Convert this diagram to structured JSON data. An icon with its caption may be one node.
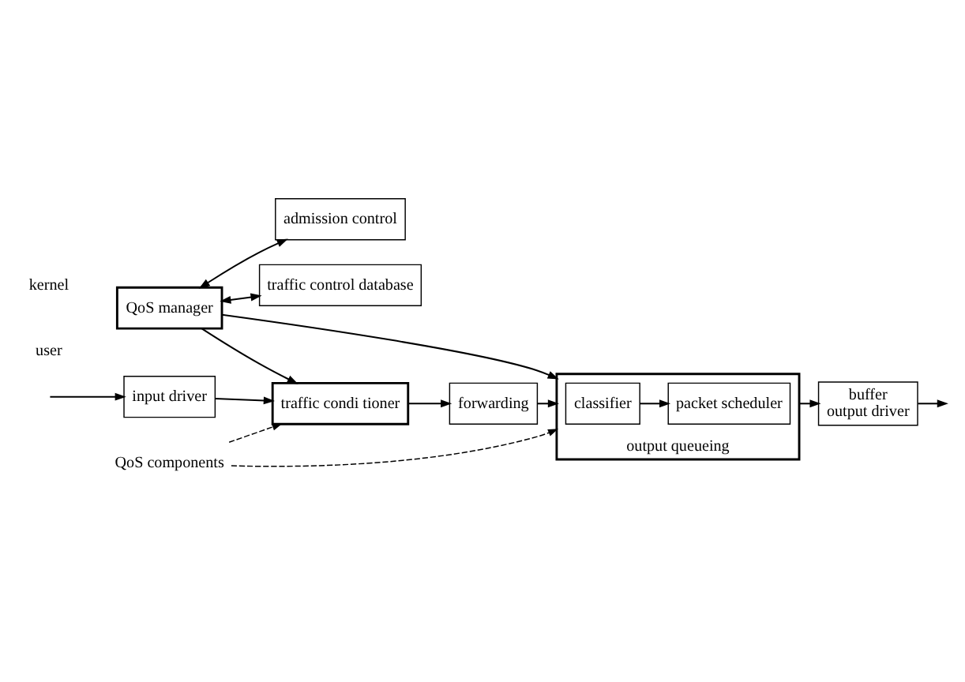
{
  "diagram": {
    "nodes": [
      {
        "text": [
          "QoS manager"
        ]
      },
      {
        "text": [
          "admission control"
        ]
      },
      {
        "text": [
          "traffic control database"
        ]
      },
      {
        "text": [
          "input driver"
        ]
      },
      {
        "text": [
          "traffic condi tioner"
        ]
      },
      {
        "text": [
          "forwarding"
        ]
      },
      {
        "text": [
          "output queueing"
        ]
      },
      {
        "text": [
          "classifier"
        ],
        "in": 6
      },
      {
        "text": [
          "packet scheduler"
        ],
        "in": 6
      },
      {
        "text": [
          "buffer",
          "output driver"
        ]
      },
      {
        "text": [
          "QoS components"
        ]
      }
    ],
    "edges": [
      {
        "from": 0,
        "to": 1,
        "arrow": "both"
      },
      {
        "from": 0,
        "to": 2,
        "arrow": "both"
      },
      {
        "from": 0,
        "to": 4,
        "arrow": "to"
      },
      {
        "from": 0,
        "to": 6,
        "arrow": "to"
      },
      {
        "from": null,
        "to": 3,
        "arrow": "to"
      },
      {
        "from": 3,
        "to": 4,
        "arrow": "to"
      },
      {
        "from": 4,
        "to": 5,
        "arrow": "to"
      },
      {
        "from": 5,
        "to": 6,
        "arrow": "to"
      },
      {
        "from": 7,
        "to": 8,
        "arrow": "to"
      },
      {
        "from": 6,
        "to": 9,
        "arrow": "to"
      },
      {
        "from": 9,
        "to": null,
        "arrow": "to"
      },
      {
        "from": 10,
        "to": 4,
        "arrow": "to",
        "style": "dashed"
      },
      {
        "from": 10,
        "to": 6,
        "arrow": "to",
        "style": "dashed"
      }
    ],
    "labels": [
      "user",
      "kernel"
    ]
  }
}
